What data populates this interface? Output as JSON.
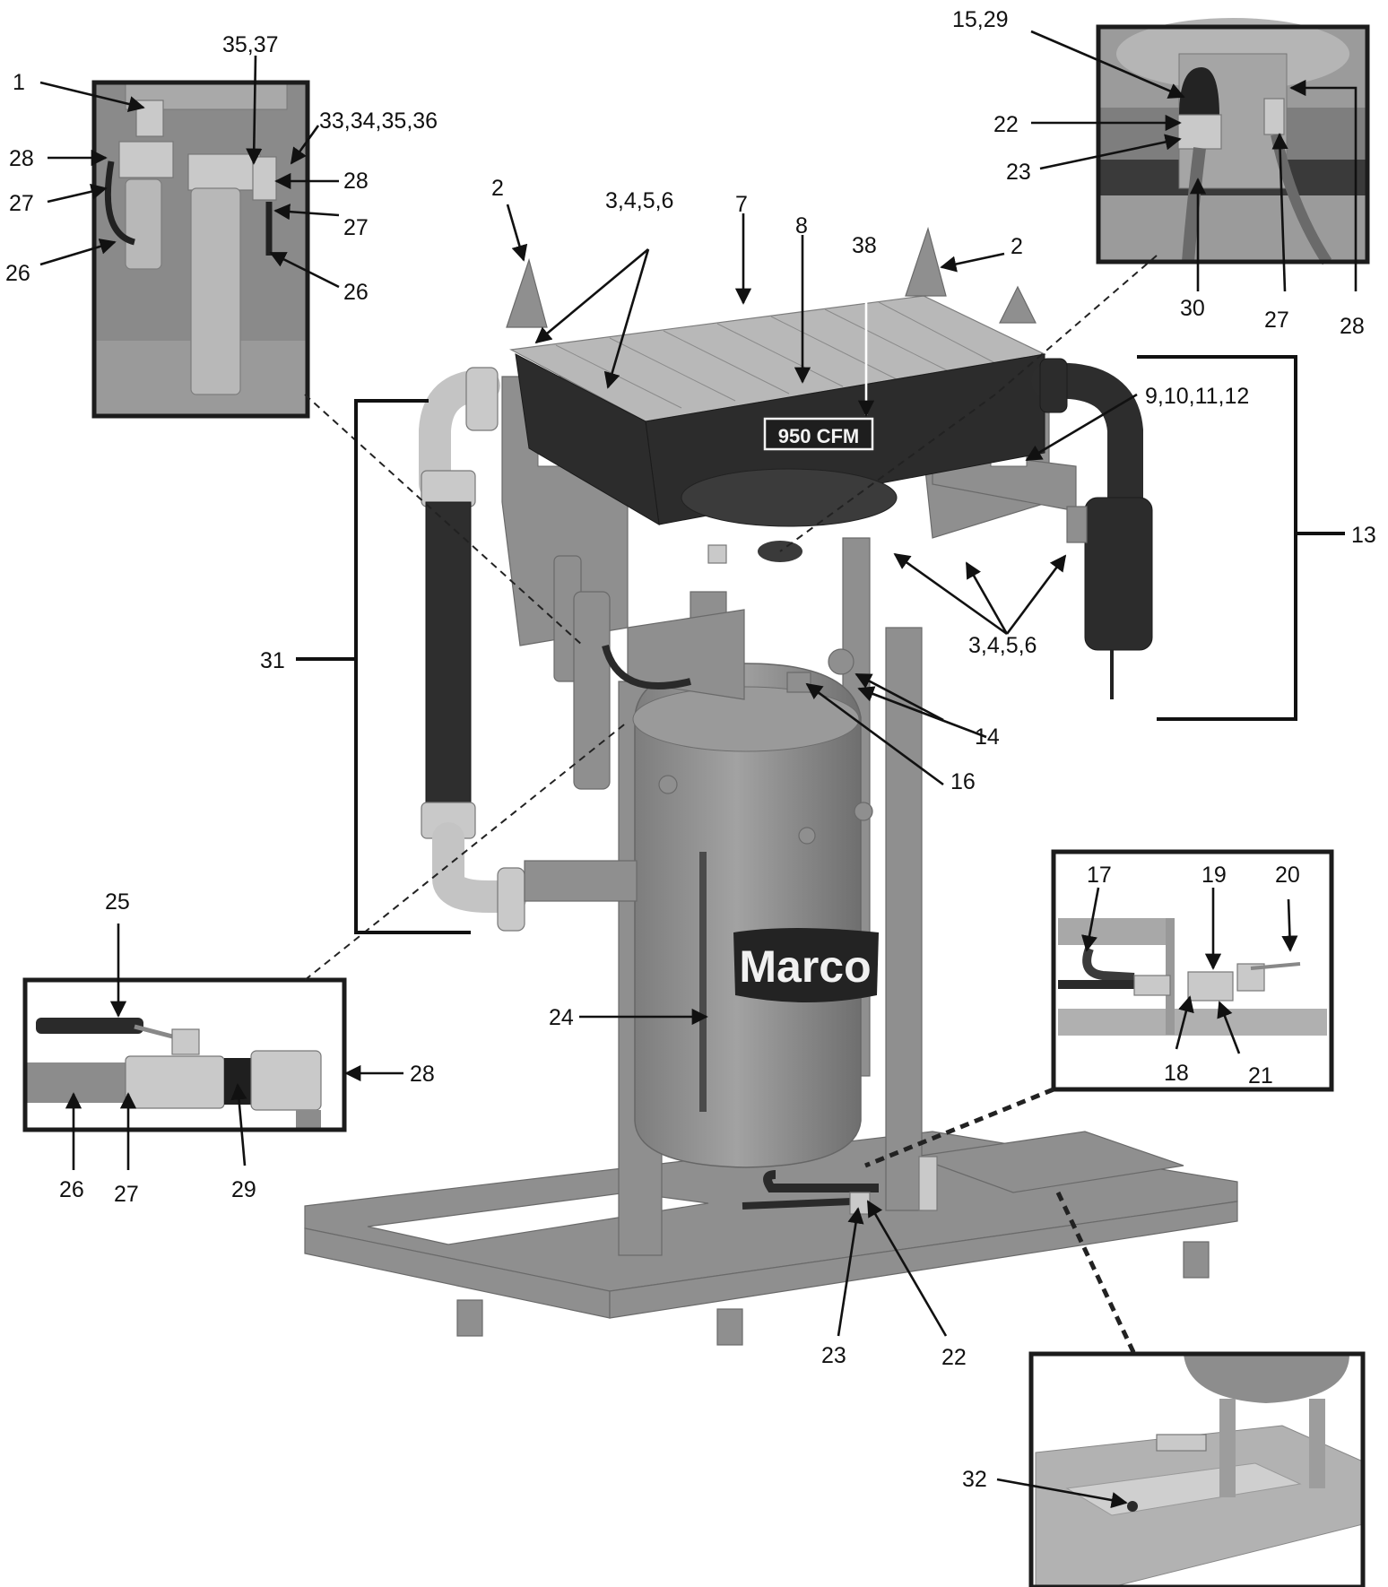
{
  "brand_text": "Marco",
  "badge_text": "950 CFM",
  "callouts": [
    {
      "id": "c1",
      "text": "1"
    },
    {
      "id": "c3537",
      "text": "35,37"
    },
    {
      "id": "c33",
      "text": "33,34,35,36"
    },
    {
      "id": "c28a",
      "text": "28"
    },
    {
      "id": "c27a",
      "text": "27"
    },
    {
      "id": "c26a",
      "text": "26"
    },
    {
      "id": "c28b",
      "text": "28"
    },
    {
      "id": "c27b",
      "text": "27"
    },
    {
      "id": "c26b",
      "text": "26"
    },
    {
      "id": "c1529",
      "text": "15,29"
    },
    {
      "id": "c22a",
      "text": "22"
    },
    {
      "id": "c23a",
      "text": "23"
    },
    {
      "id": "c30",
      "text": "30"
    },
    {
      "id": "c27c",
      "text": "27"
    },
    {
      "id": "c28c",
      "text": "28"
    },
    {
      "id": "c2a",
      "text": "2"
    },
    {
      "id": "c3456a",
      "text": "3,4,5,6"
    },
    {
      "id": "c7",
      "text": "7"
    },
    {
      "id": "c8",
      "text": "8"
    },
    {
      "id": "c38",
      "text": "38"
    },
    {
      "id": "c2b",
      "text": "2"
    },
    {
      "id": "c9",
      "text": "9,10,11,12"
    },
    {
      "id": "c13",
      "text": "13"
    },
    {
      "id": "c31",
      "text": "31"
    },
    {
      "id": "c3456b",
      "text": "3,4,5,6"
    },
    {
      "id": "c14",
      "text": "14"
    },
    {
      "id": "c16",
      "text": "16"
    },
    {
      "id": "c25",
      "text": "25"
    },
    {
      "id": "c28d",
      "text": "28"
    },
    {
      "id": "c26c",
      "text": "26"
    },
    {
      "id": "c27d",
      "text": "27"
    },
    {
      "id": "c29",
      "text": "29"
    },
    {
      "id": "c24",
      "text": "24"
    },
    {
      "id": "c17",
      "text": "17"
    },
    {
      "id": "c19",
      "text": "19"
    },
    {
      "id": "c20",
      "text": "20"
    },
    {
      "id": "c18",
      "text": "18"
    },
    {
      "id": "c21",
      "text": "21"
    },
    {
      "id": "c23b",
      "text": "23"
    },
    {
      "id": "c22b",
      "text": "22"
    },
    {
      "id": "c32",
      "text": "32"
    }
  ]
}
